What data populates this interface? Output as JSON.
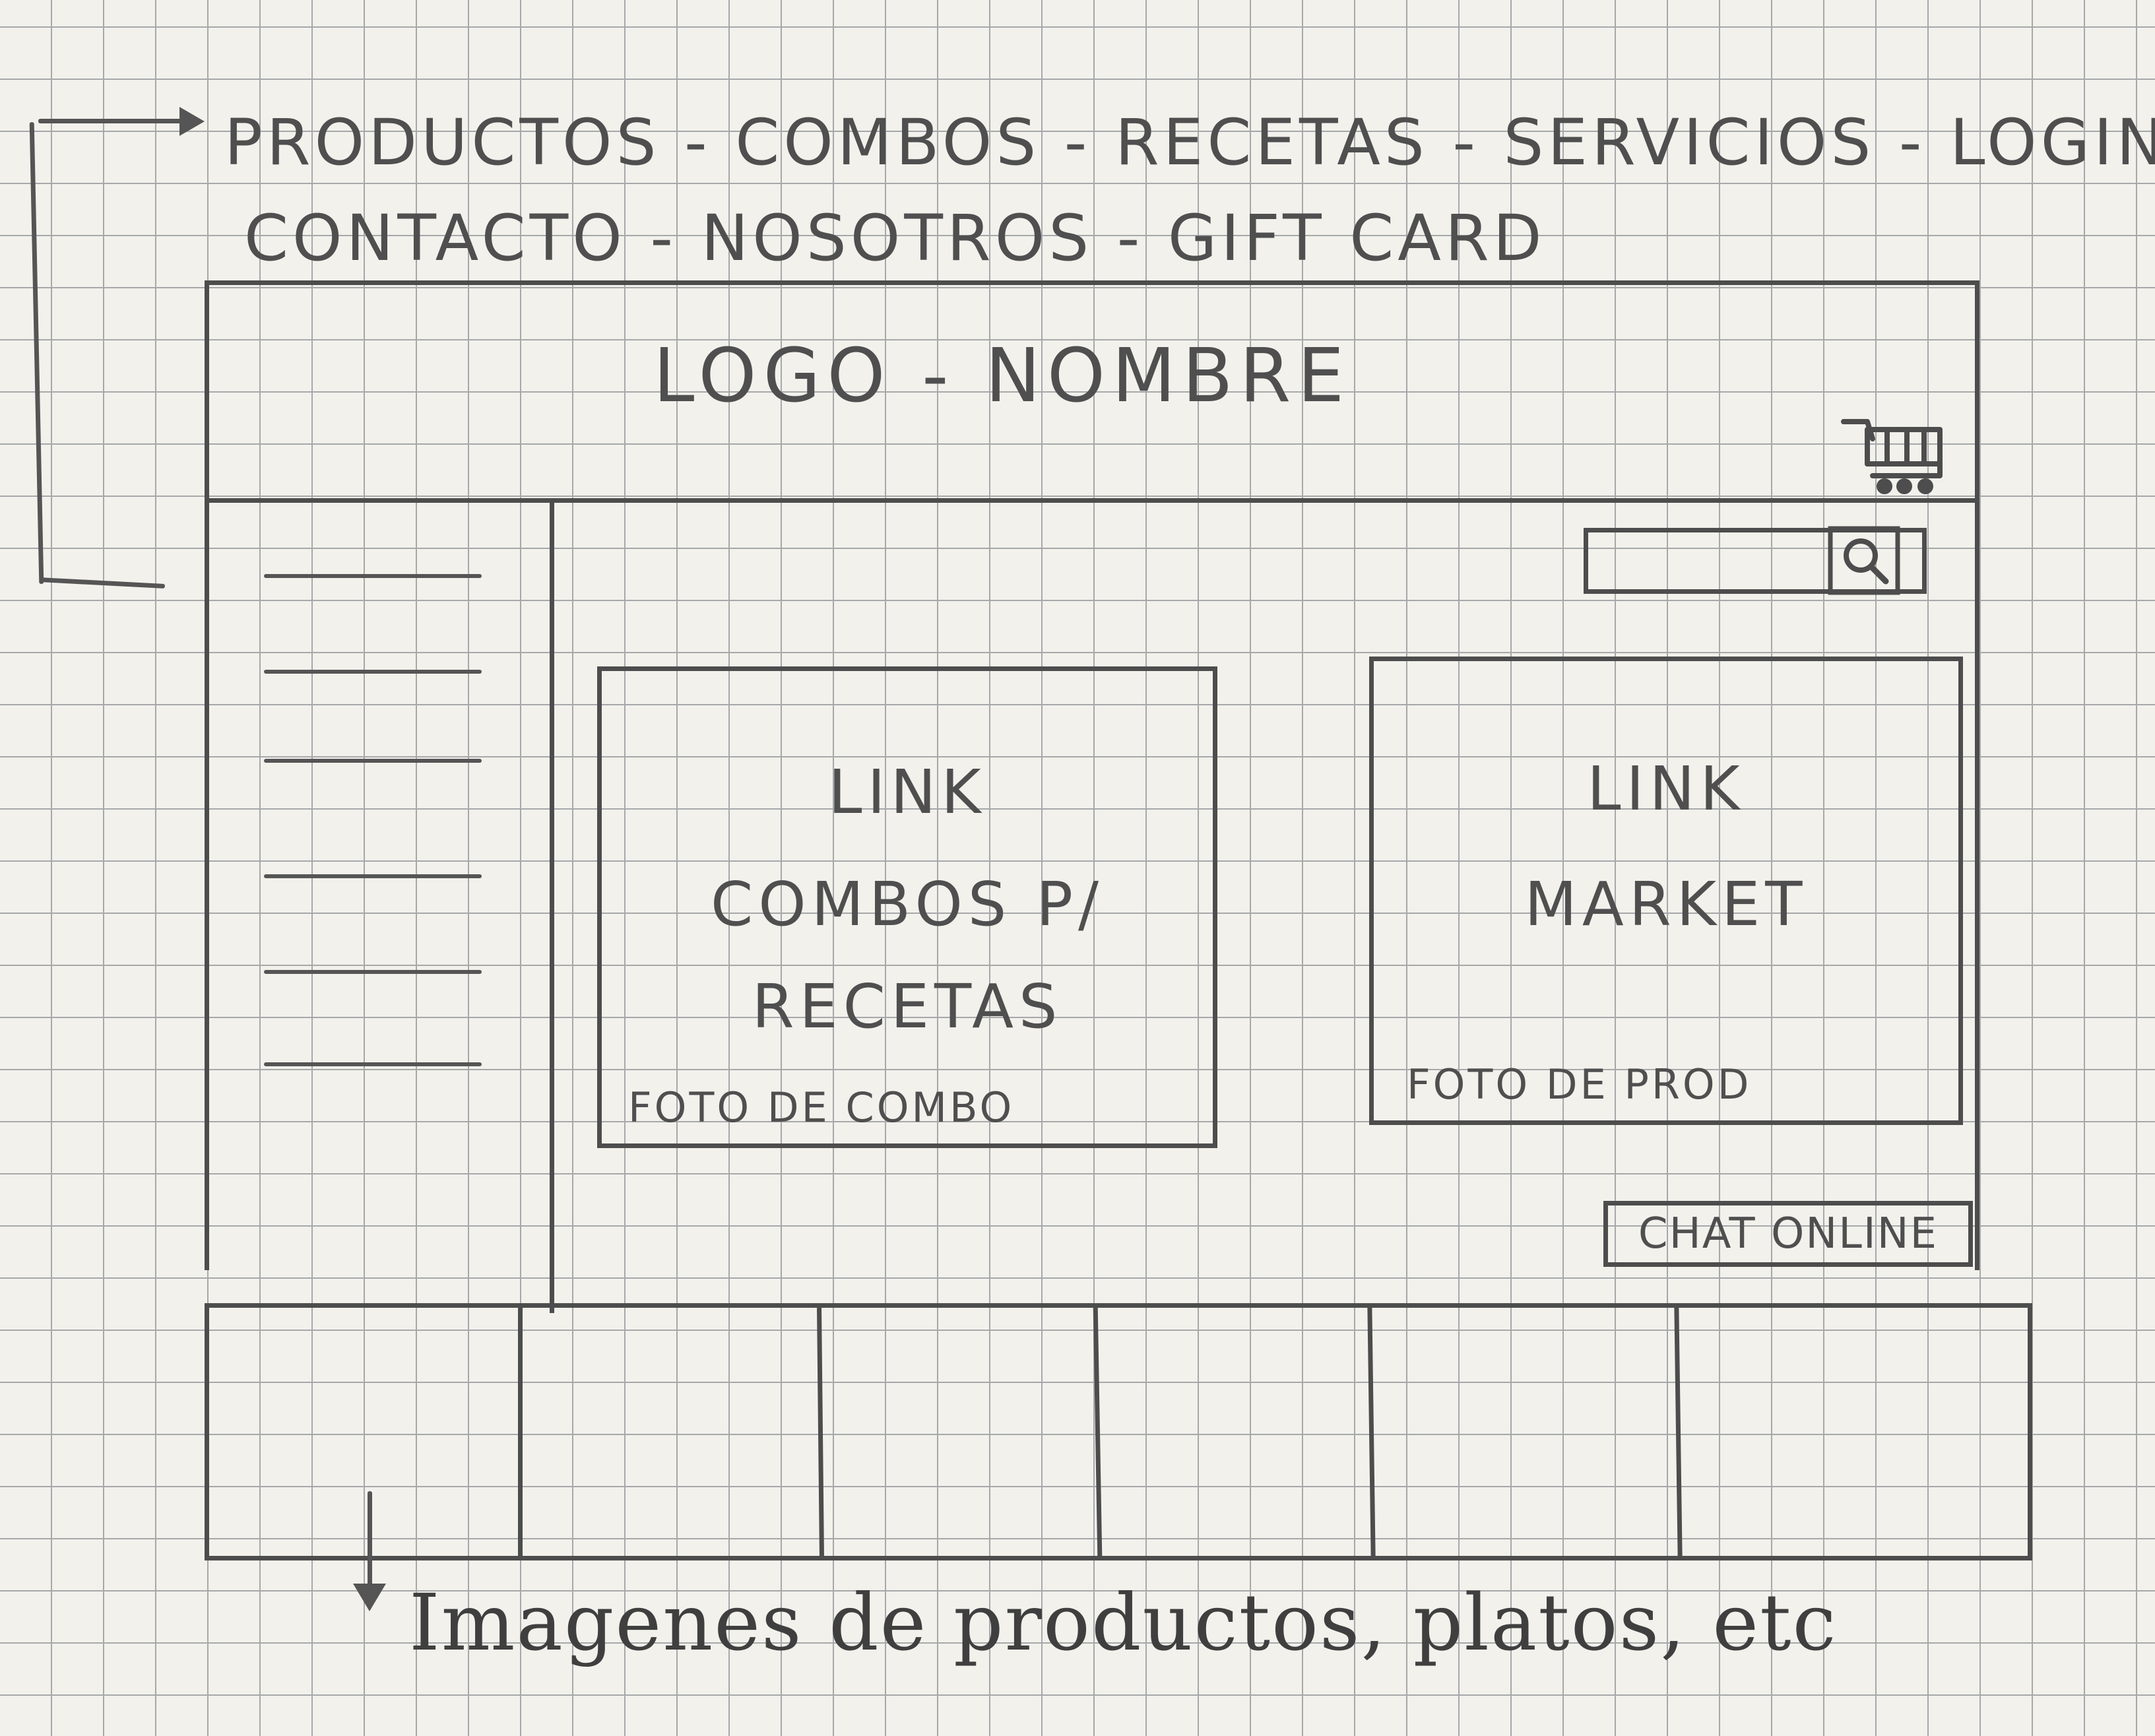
{
  "annotation": {
    "nav_line_1": "PRODUCTOS - COMBOS - RECETAS - SERVICIOS - LOGIN",
    "nav_line_2": "CONTACTO - NOSOTROS - GIFT CARD",
    "footer_note": "Imagenes de productos, platos, etc"
  },
  "header": {
    "logo_name": "LOGO - NOMBRE",
    "cart_icon": "cart-icon"
  },
  "search": {
    "icon": "search-icon"
  },
  "cards": [
    {
      "lines": [
        "LINK",
        "COMBOS P/",
        "RECETAS"
      ],
      "caption": "FOTO DE COMBO"
    },
    {
      "lines": [
        "LINK",
        "MARKET"
      ],
      "caption": "FOTO DE PROD"
    }
  ],
  "chat": {
    "label": "CHAT ONLINE"
  },
  "sidebar": {
    "item_count": 6
  },
  "bottom_strip": {
    "image_slots": 6
  }
}
